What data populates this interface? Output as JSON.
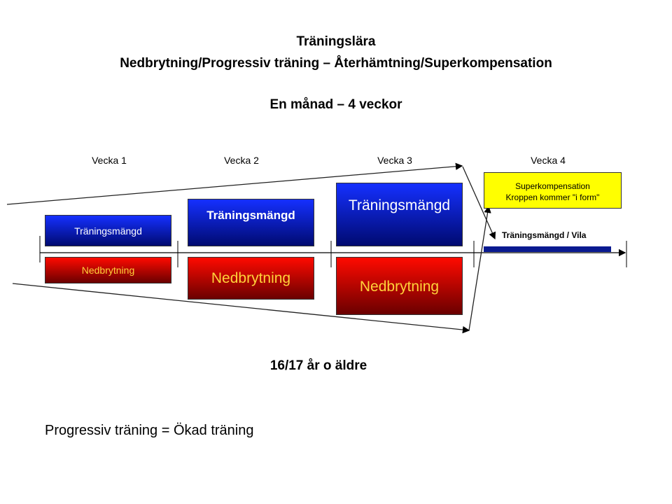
{
  "title": {
    "line1": "Träningslära",
    "line2": "Nedbrytning/Progressiv träning – Återhämtning/Superkompensation",
    "line3": "En månad – 4 veckor"
  },
  "weeks": [
    "Vecka 1",
    "Vecka 2",
    "Vecka 3",
    "Vecka 4"
  ],
  "blocks": {
    "training": "Träningsmängd",
    "breakdown": "Nedbrytning"
  },
  "super": {
    "line1": "Superkompensation",
    "line2": "Kroppen kommer \"i form\""
  },
  "rest_label": "Träningsmängd / Vila",
  "age": "16/17 år o äldre",
  "footer": "Progressiv träning = Ökad träning",
  "colors": {
    "training": "#1530ff",
    "breakdown": "#ff0a00",
    "super": "#ffff00",
    "text_breakdown": "#ffd23a"
  }
}
